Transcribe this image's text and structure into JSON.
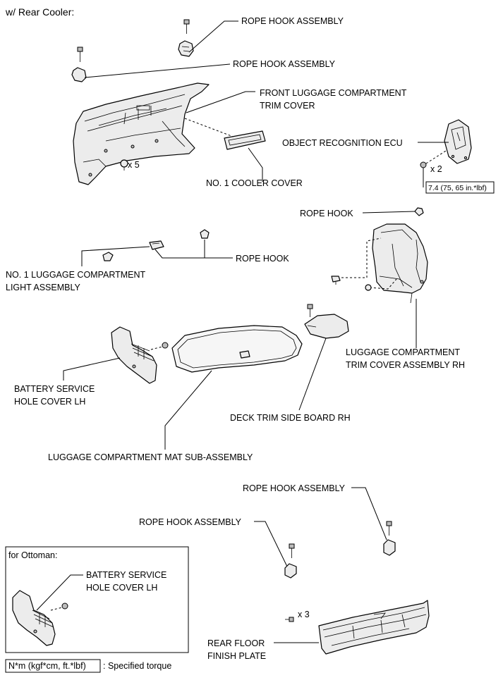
{
  "header": {
    "variant": "w/ Rear Cooler:"
  },
  "labels": {
    "rope_hook_assembly_top_1": "ROPE HOOK ASSEMBLY",
    "rope_hook_assembly_top_2": "ROPE HOOK ASSEMBLY",
    "front_trim_cover_l1": "FRONT LUGGAGE COMPARTMENT",
    "front_trim_cover_l2": "TRIM COVER",
    "object_recognition_ecu": "OBJECT RECOGNITION ECU",
    "no1_cooler_cover": "NO. 1 COOLER COVER",
    "rope_hook_right": "ROPE HOOK",
    "rope_hook_left": "ROPE HOOK",
    "light_assembly_l1": "NO. 1 LUGGAGE COMPARTMENT",
    "light_assembly_l2": "LIGHT ASSEMBLY",
    "trim_cover_rh_l1": "LUGGAGE COMPARTMENT",
    "trim_cover_rh_l2": "TRIM COVER ASSEMBLY RH",
    "battery_cover_l1": "BATTERY SERVICE",
    "battery_cover_l2": "HOLE COVER LH",
    "deck_trim_side_board": "DECK TRIM SIDE BOARD RH",
    "luggage_mat": "LUGGAGE COMPARTMENT MAT SUB-ASSEMBLY",
    "rope_hook_assembly_bottom_1": "ROPE HOOK ASSEMBLY",
    "rope_hook_assembly_bottom_2": "ROPE HOOK ASSEMBLY",
    "ottoman_battery_cover_l1": "BATTERY SERVICE",
    "ottoman_battery_cover_l2": "HOLE COVER LH",
    "rear_floor_plate_l1": "REAR FLOOR",
    "rear_floor_plate_l2": "FINISH PLATE"
  },
  "quantities": {
    "front_trim_clips": "x 5",
    "ecu_screws": "x 2",
    "rear_plate_screws": "x 3"
  },
  "torque": {
    "ecu": "7.4 (75, 65 in.*lbf)"
  },
  "ottoman": {
    "title": "for Ottoman:"
  },
  "legend": {
    "unit_box": "N*m (kgf*cm, ft.*lbf)",
    "description": ": Specified torque"
  }
}
